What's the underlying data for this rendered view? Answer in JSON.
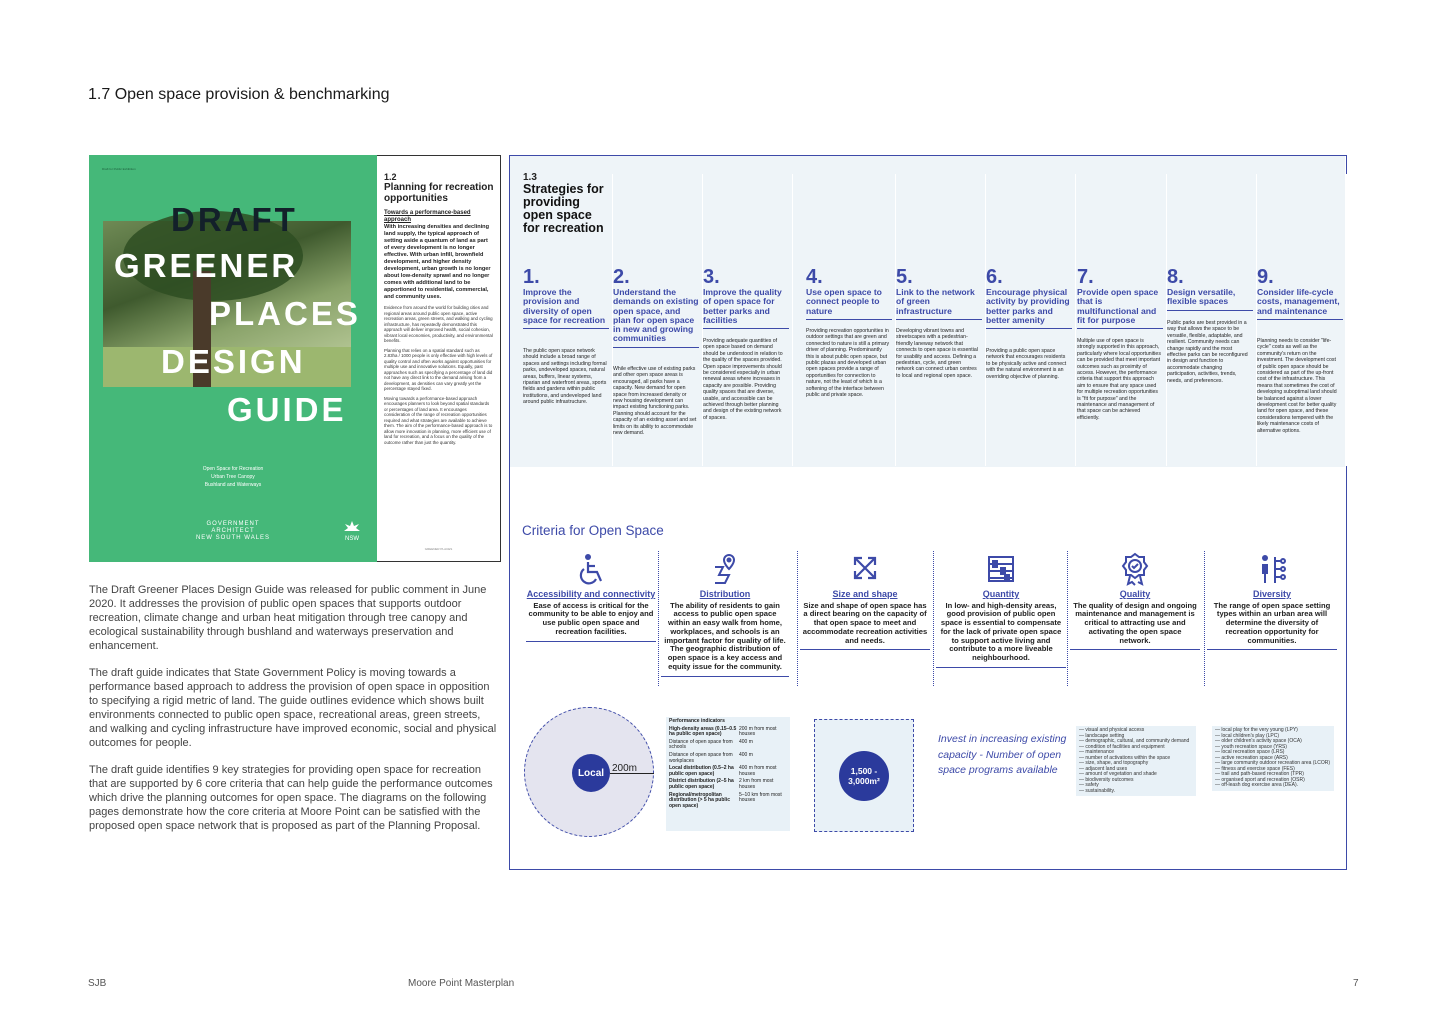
{
  "page": {
    "title": "1.7  Open space provision & benchmarking",
    "footer_left": "SJB",
    "footer_mid": "Moore Point Masterplan",
    "footer_right": "7"
  },
  "cover": {
    "small": "Draft for Public Exhibition",
    "words": [
      "DRAFT",
      "GREENER",
      "PLACES",
      "DESIGN",
      "GUIDE"
    ],
    "sub": [
      "Open Space for Recreation",
      "Urban Tree Canopy",
      "Bushland and Waterways"
    ],
    "org": [
      "GOVERNMENT",
      "ARCHITECT",
      "NEW SOUTH WALES"
    ],
    "nsw": "NSW"
  },
  "section12": {
    "num": "1.2",
    "title": "Planning for recreation opportunities",
    "sub": "Towards a performance-based approach",
    "lead": "With increasing densities and declining land supply, the typical approach of setting aside a quantum of land as part of every development is no longer effective. With urban infill, brownfield development, and higher density development, urban growth is no longer about low-density sprawl and no longer comes with additional land to be apportioned to residential, commercial, and community uses.",
    "body1": "Evidence from around the world for building cities and regional areas around public open space, active recreation areas, green streets, and walking and cycling infrastructure, has repeatedly demonstrated this approach will deliver improved health, social cohesion, vibrant local economies, productivity, and environmental benefits.",
    "body2": "Planning that relies on a spatial standard such as 2.83ha / 1000 people is only effective with high levels of quality control and often works against opportunities for multiple use and innovative solutions. Equally, past approaches such as specifying a percentage of land did not have any direct link to the demand arising from a development, as densities can vary greatly yet the percentage stayed fixed.",
    "body3": "Moving towards a performance-based approach encourages planners to look beyond spatial standards or percentages of land area. It encourages consideration of the range of recreation opportunities required and what strategies are available to achieve them. The aim of the performance-based approach is to allow more innovation in planning, more efficient use of land for recreation, and a focus on the quality of the outcome rather than just the quantity.",
    "foot": "GREENER PLACES"
  },
  "intro": [
    "The Draft Greener Places Design Guide was released for public comment in June 2020. It addresses the provision of public open spaces that supports outdoor recreation, climate change and urban heat mitigation through tree canopy and ecological sustainability through bushland and waterways preservation and enhancement.",
    "The draft guide indicates that State Government Policy is moving towards a performance based approach to address the provision of open space in opposition to specifying a rigid metric of land. The guide outlines evidence which shows built environments connected to public open space, recreational areas, green streets, and walking and cycling infrastructure have improved economic, social and physical outcomes for people.",
    "The draft guide identifies 9 key strategies for providing open space for recreation that are supported by 6 core criteria that can help guide the performance outcomes which drive the planning outcomes for open space. The diagrams on the following pages demonstrate how the core criteria at Moore Point can be satisfied with the proposed open space network that is proposed as part of the Planning Proposal."
  ],
  "strategies": {
    "num": "1.3",
    "title": "Strategies for providing open space for recreation",
    "items": [
      {
        "n": "1.",
        "t": "Improve the provision and diversity of open space for recreation",
        "b": "The public open space network should include a broad range of spaces and settings including formal parks, undeveloped spaces, natural areas, buffers, linear systems, riparian and waterfront areas, sports fields and gardens within public institutions, and undeveloped land around public infrastructure."
      },
      {
        "n": "2.",
        "t": "Understand the demands on existing open space, and plan for open space in new and growing communities",
        "b": "While effective use of existing parks and other open space areas is encouraged, all parks have a capacity. New demand for open space from increased density or new housing development can impact existing functioning parks. Planning should account for the capacity of an existing asset and set limits on its ability to accommodate new demand."
      },
      {
        "n": "3.",
        "t": "Improve the quality of open space for better parks and facilities",
        "b": "Providing adequate quantities of open space based on demand should be understood in relation to the quality of the spaces provided. Open space improvements should be considered especially in urban renewal areas where increases in capacity are possible. Providing quality spaces that are diverse, usable, and accessible can be achieved through better planning and design of the existing network of spaces."
      },
      {
        "n": "4.",
        "t": "Use open space to connect people to nature",
        "b": "Providing recreation opportunities in outdoor settings that are green and connected to nature is still a primary driver of planning. Predominantly this is about public open space, but public plazas and developed urban open spaces provide a range of opportunities for connection to nature, not the least of which is a softening of the interface between public and private space."
      },
      {
        "n": "5.",
        "t": "Link to the network of green infrastructure",
        "b": "Developing vibrant towns and streetscapes with a pedestrian-friendly laneway network that connects to open space is essential for usability and access. Defining a pedestrian, cycle, and green network can connect urban centres to local and regional open space."
      },
      {
        "n": "6.",
        "t": "Encourage physical activity by providing better parks and better amenity",
        "b": "Providing a public open space network that encourages residents to be physically active and connect with the natural environment is an overriding objective of planning."
      },
      {
        "n": "7.",
        "t": "Provide open space that is multifunctional and fit for purpose",
        "b": "Multiple use of open space is strongly supported in this approach, particularly where local opportunities can be provided that meet important outcomes such as proximity of access. However, the performance criteria that support this approach aim to ensure that any space used for multiple recreation opportunities is \"fit for purpose\" and the maintenance and management of that space can be achieved efficiently."
      },
      {
        "n": "8.",
        "t": "Design versatile, flexible spaces",
        "b": "Public parks are best provided in a way that allows the space to be versatile, flexible, adaptable, and resilient. Community needs can change rapidly and the most effective parks can be reconfigured in design and function to accommodate changing participation, activities, trends, needs, and preferences."
      },
      {
        "n": "9.",
        "t": "Consider life-cycle costs, management, and maintenance",
        "b": "Planning needs to consider \"life-cycle\" costs as well as the community's return on the investment. The development cost of public open space should be considered as part of the up-front cost of the infrastructure. This means that sometimes the cost of developing suboptimal land should be balanced against a lower development cost for better quality land for open space, and these considerations tempered with the likely maintenance costs of alternative options."
      }
    ]
  },
  "criteria": {
    "title": "Criteria for Open Space",
    "items": [
      {
        "name": "Accessibility and connectivity",
        "icon": "wheelchair-icon",
        "desc": "Ease of access is critical for the community to be able to enjoy and use public open space and recreation facilities."
      },
      {
        "name": "Distribution",
        "icon": "map-pin-icon",
        "desc": "The ability of residents to gain access to public open space within an easy walk from home, workplaces, and schools is an important factor for quality of life. The geographic distribution of open space is a key access and equity issue for the community."
      },
      {
        "name": "Size and shape",
        "icon": "expand-icon",
        "desc": "Size and shape of open space has a direct bearing on the capacity of that open space to meet and accommodate recreation activities and needs."
      },
      {
        "name": "Quantity",
        "icon": "abacus-icon",
        "desc": "In low- and high-density areas, good provision of public open space is essential to compensate for the lack of private open space to support active living and contribute to a more liveable neighbourhood."
      },
      {
        "name": "Quality",
        "icon": "award-icon",
        "desc": "The quality of design and ongoing maintenance and management is critical to attracting use and activating the open space network."
      },
      {
        "name": "Diversity",
        "icon": "diversity-icon",
        "desc": "The range of open space setting types within an urban area will determine the diversity of recreation opportunity for communities."
      }
    ]
  },
  "diagram": {
    "local": "Local",
    "radius": "200m",
    "pi_title": "Performance indicators",
    "pi_rows": [
      {
        "l": "High-density areas (0.15–0.5 ha public open space)",
        "v": "200 m from most houses",
        "bold": true
      },
      {
        "l": "Distance of open space from schools",
        "v": "400 m",
        "bold": false
      },
      {
        "l": "Distance of open space from workplaces",
        "v": "400 m",
        "bold": false
      },
      {
        "l": "Local distribution (0.5–2 ha public open space)",
        "v": "400 m from most houses",
        "bold": true
      },
      {
        "l": "District distribution (2–5 ha public open space)",
        "v": "2 km from most houses",
        "bold": true
      },
      {
        "l": "Regional/metropolitan distribution (> 5 ha public open space)",
        "v": "5–10 km from most houses",
        "bold": true
      }
    ],
    "area": "1,500 - 3,000m²",
    "invest": "Invest in increasing existing capacity - Number of open space programs available",
    "list1": [
      "— visual and physical access",
      "— landscape setting",
      "— demographic, cultural, and community demand",
      "— condition of facilities and equipment",
      "— maintenance",
      "— number of activations within the space",
      "— size, shape, and topography",
      "— adjacent land uses",
      "— amount of vegetation and shade",
      "— biodiversity outcomes",
      "— safety",
      "— sustainability."
    ],
    "list2": [
      "— local play for the very young (LPY)",
      "— local children's play (LPC)",
      "— older children's activity space (OCA)",
      "— youth recreation space (YRS)",
      "— local recreation space (LRS)",
      "— active recreation space (ARS)",
      "— large community outdoor recreation area (LCOR)",
      "— fitness and exercise space (FES)",
      "— trail and path-based recreation (TPR)",
      "— organised sport and recreation (OSR)",
      "— off-leash dog exercise area (DEA)."
    ]
  }
}
